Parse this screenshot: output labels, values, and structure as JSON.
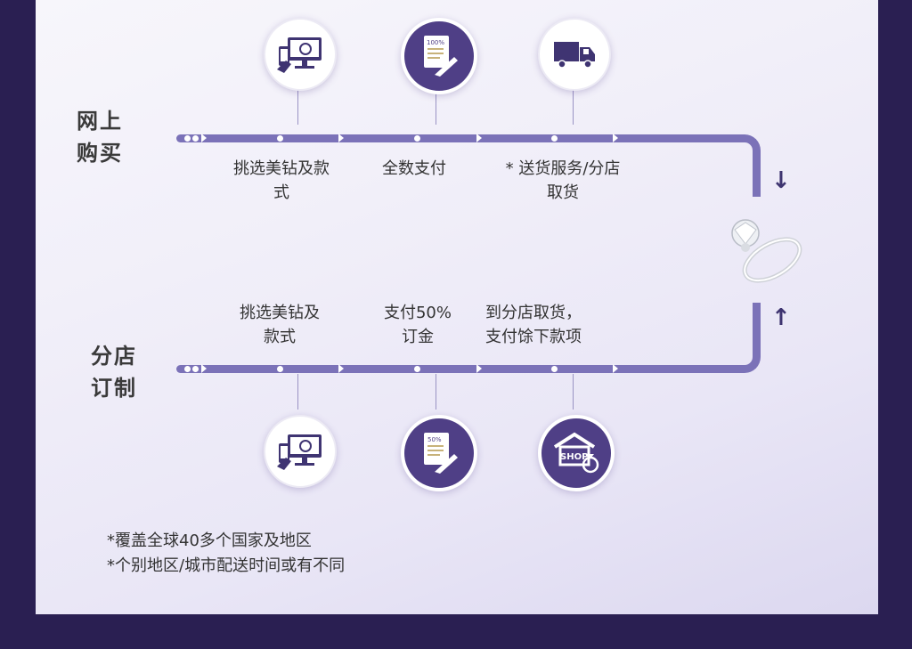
{
  "online": {
    "label_line1": "网上",
    "label_line2": "购买",
    "steps": [
      {
        "text_line1": "挑选美钻及款",
        "text_line2": "式",
        "icon": "computer-phone-icon"
      },
      {
        "text_line1": "全数支付",
        "text_line2": "",
        "icon": "document-payment-icon"
      },
      {
        "text_line1": "* 送货服务/分店",
        "text_line2": "取货",
        "icon": "delivery-truck-icon"
      }
    ]
  },
  "store": {
    "label_line1": "分店",
    "label_line2": "订制",
    "steps": [
      {
        "text_line1": "挑选美钻及",
        "text_line2": "款式",
        "icon": "computer-phone-icon"
      },
      {
        "text_line1": "支付50%",
        "text_line2": "订金",
        "icon": "document-payment-icon"
      },
      {
        "text_line1": "到分店取货，",
        "text_line2": "支付馀下款项",
        "icon": "shop-ring-icon"
      }
    ]
  },
  "shop_icon_text": "SHOP",
  "doc_icon_text": "100%",
  "doc_icon_text_half": "50%",
  "arrows": {
    "down": "↓",
    "up": "↑"
  },
  "notes": [
    "*覆盖全球40多个国家及地区",
    "*个别地区/城市配送时间或有不同"
  ],
  "colors": {
    "background": "#2a1f52",
    "track": "#7b72b8",
    "icon_purple": "#4f3f86"
  }
}
